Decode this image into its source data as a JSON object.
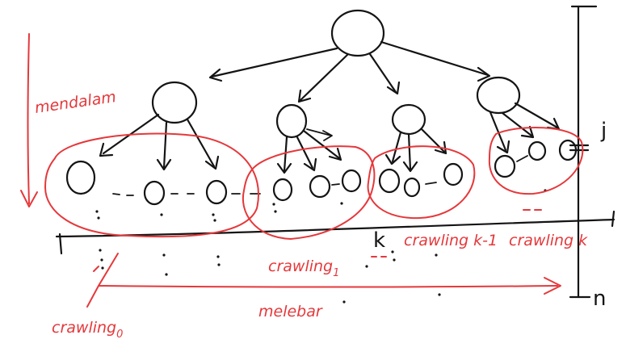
{
  "labels": {
    "depth": "mendalam",
    "breadth": "melebar",
    "crawling_0": "crawling",
    "crawling_0_sub": "0",
    "crawling_1": "crawling",
    "crawling_1_sub": "1",
    "k": "k",
    "crawling_k_1": "crawling k-1",
    "crawling_k": "crawling k",
    "j": "j",
    "n": "n"
  },
  "colors": {
    "ink": "#141414",
    "annotation": "#e5383b"
  }
}
